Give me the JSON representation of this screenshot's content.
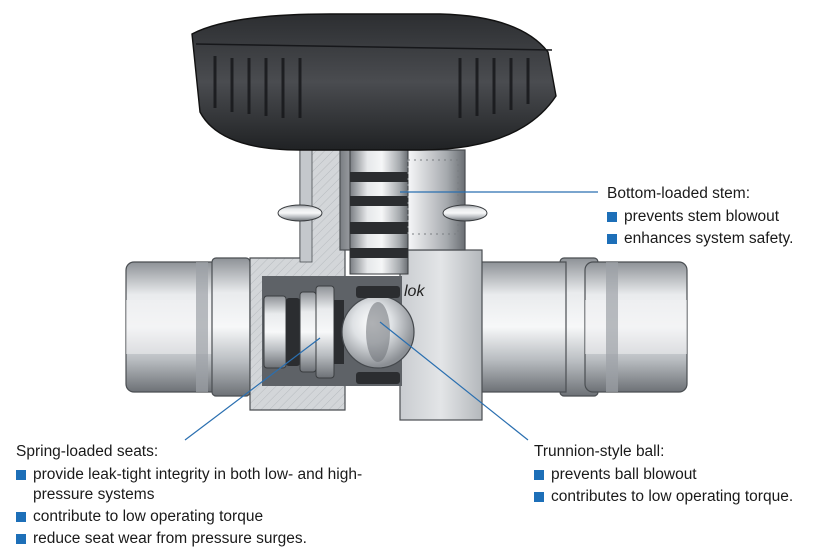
{
  "callouts": {
    "stem": {
      "title": "Bottom-loaded stem:",
      "items": [
        "prevents stem blowout",
        "enhances system safety."
      ]
    },
    "ball": {
      "title": "Trunnion-style ball:",
      "items": [
        "prevents ball blowout",
        "contributes to low operating torque."
      ]
    },
    "seats": {
      "title": "Spring-loaded seats:",
      "items": [
        "provide leak-tight integrity in both low- and high-pressure systems",
        "contribute to low operating torque",
        "reduce seat wear from pressure surges."
      ]
    }
  },
  "body_marking": "lok",
  "colors": {
    "bullet": "#1d6fb8",
    "leader": "#2a6fb0",
    "handle": "#3b3d40"
  }
}
